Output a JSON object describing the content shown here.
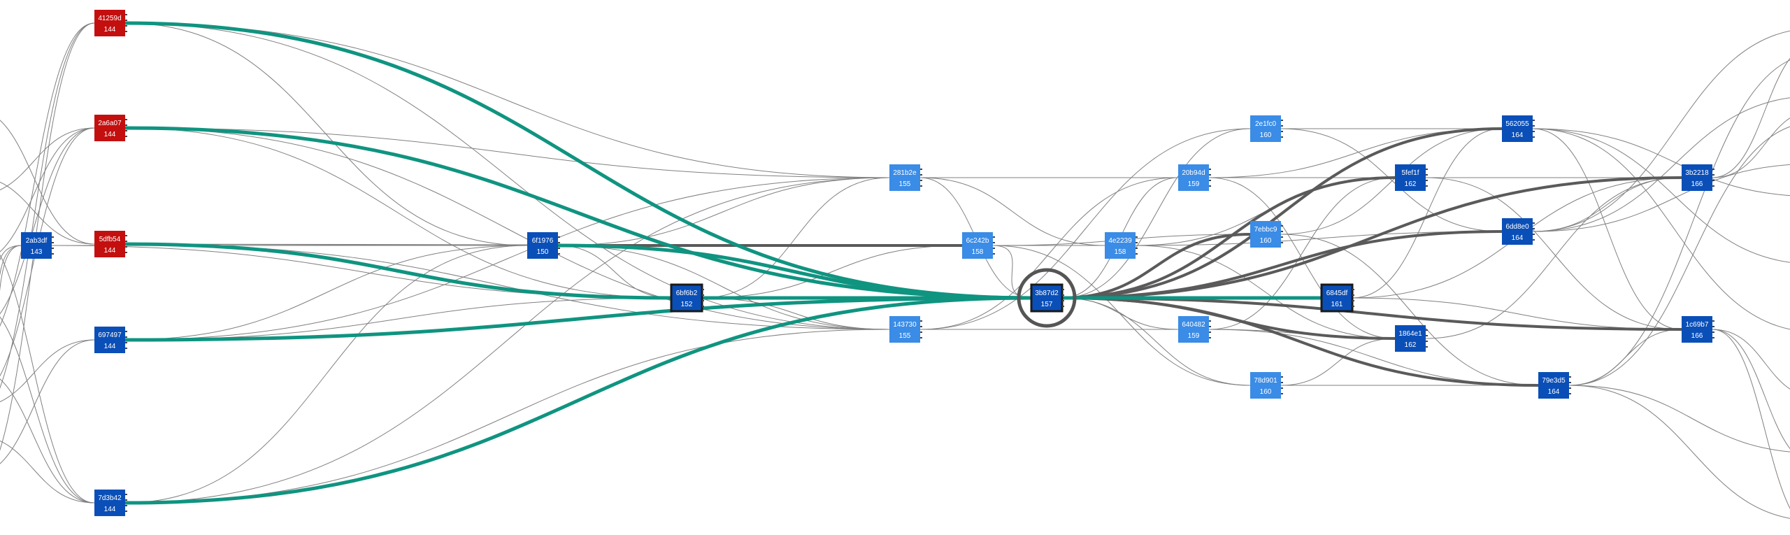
{
  "colors": {
    "red_node": "#c40f0f",
    "dark_node": "#0a4fb8",
    "light_node": "#3a8ce6",
    "edge_thin": "#808080",
    "edge_bold": "#5a5a5a",
    "path_teal": "#0f9480",
    "selected_ring": "#555555"
  },
  "nodes": [
    {
      "id": "41259d",
      "value": "144",
      "style": "red"
    },
    {
      "id": "2a6a07",
      "value": "144",
      "style": "red"
    },
    {
      "id": "5dfb54",
      "value": "144",
      "style": "red"
    },
    {
      "id": "2ab3df",
      "value": "143",
      "style": "dark"
    },
    {
      "id": "697497",
      "value": "144",
      "style": "dark"
    },
    {
      "id": "7d3b42",
      "value": "144",
      "style": "dark"
    },
    {
      "id": "6f1976",
      "value": "150",
      "style": "dark"
    },
    {
      "id": "6bf6b2",
      "value": "152",
      "style": "dark",
      "bordered": true
    },
    {
      "id": "281b2e",
      "value": "155",
      "style": "light"
    },
    {
      "id": "143730",
      "value": "155",
      "style": "light"
    },
    {
      "id": "6c242b",
      "value": "158",
      "style": "light"
    },
    {
      "id": "3b87d2",
      "value": "157",
      "style": "dark",
      "bordered": true,
      "selected": true
    },
    {
      "id": "4e2239",
      "value": "158",
      "style": "light"
    },
    {
      "id": "20b94d",
      "value": "159",
      "style": "light"
    },
    {
      "id": "640482",
      "value": "159",
      "style": "light"
    },
    {
      "id": "2e1fc0",
      "value": "160",
      "style": "light"
    },
    {
      "id": "7ebbc9",
      "value": "160",
      "style": "light"
    },
    {
      "id": "78d901",
      "value": "160",
      "style": "light"
    },
    {
      "id": "6845df",
      "value": "161",
      "style": "dark",
      "bordered": true
    },
    {
      "id": "5fef1f",
      "value": "162",
      "style": "dark"
    },
    {
      "id": "1864e1",
      "value": "162",
      "style": "dark"
    },
    {
      "id": "562055",
      "value": "164",
      "style": "dark"
    },
    {
      "id": "6dd8e0",
      "value": "164",
      "style": "dark"
    },
    {
      "id": "79e3d5",
      "value": "164",
      "style": "dark"
    },
    {
      "id": "3b2218",
      "value": "166",
      "style": "dark"
    },
    {
      "id": "1c69b7",
      "value": "166",
      "style": "dark"
    }
  ],
  "edges": [
    [
      "41259d",
      "281b2e"
    ],
    [
      "41259d",
      "143730"
    ],
    [
      "41259d",
      "6f1976"
    ],
    [
      "2a6a07",
      "281b2e"
    ],
    [
      "2a6a07",
      "6bf6b2"
    ],
    [
      "2a6a07",
      "143730"
    ],
    [
      "5dfb54",
      "6f1976"
    ],
    [
      "5dfb54",
      "6c242b"
    ],
    [
      "5dfb54",
      "143730"
    ],
    [
      "2ab3df",
      "6f1976"
    ],
    [
      "2ab3df",
      "6bf6b2"
    ],
    [
      "697497",
      "6bf6b2"
    ],
    [
      "697497",
      "281b2e"
    ],
    [
      "697497",
      "6f1976"
    ],
    [
      "7d3b42",
      "6f1976"
    ],
    [
      "7d3b42",
      "281b2e"
    ],
    [
      "7d3b42",
      "143730"
    ],
    [
      "6f1976",
      "281b2e"
    ],
    [
      "6f1976",
      "6c242b"
    ],
    [
      "6f1976",
      "143730"
    ],
    [
      "6f1976",
      "6bf6b2"
    ],
    [
      "6bf6b2",
      "281b2e"
    ],
    [
      "6bf6b2",
      "143730"
    ],
    [
      "6bf6b2",
      "6c242b"
    ],
    [
      "281b2e",
      "4e2239"
    ],
    [
      "281b2e",
      "20b94d"
    ],
    [
      "281b2e",
      "3b87d2"
    ],
    [
      "143730",
      "20b94d"
    ],
    [
      "143730",
      "640482"
    ],
    [
      "143730",
      "2e1fc0"
    ],
    [
      "6c242b",
      "4e2239"
    ],
    [
      "6c242b",
      "7ebbc9"
    ],
    [
      "6c242b",
      "78d901"
    ],
    [
      "6c242b",
      "3b87d2"
    ],
    [
      "3b87d2",
      "2e1fc0"
    ],
    [
      "3b87d2",
      "20b94d"
    ],
    [
      "3b87d2",
      "640482"
    ],
    [
      "3b87d2",
      "78d901"
    ],
    [
      "4e2239",
      "5fef1f"
    ],
    [
      "4e2239",
      "1864e1"
    ],
    [
      "4e2239",
      "6dd8e0"
    ],
    [
      "20b94d",
      "5fef1f"
    ],
    [
      "20b94d",
      "1864e1"
    ],
    [
      "20b94d",
      "562055"
    ],
    [
      "640482",
      "5fef1f"
    ],
    [
      "640482",
      "79e3d5"
    ],
    [
      "640482",
      "1864e1"
    ],
    [
      "2e1fc0",
      "562055"
    ],
    [
      "2e1fc0",
      "6dd8e0"
    ],
    [
      "7ebbc9",
      "562055"
    ],
    [
      "7ebbc9",
      "79e3d5"
    ],
    [
      "78d901",
      "1864e1"
    ],
    [
      "78d901",
      "79e3d5"
    ],
    [
      "6845df",
      "562055"
    ],
    [
      "6845df",
      "3b2218"
    ],
    [
      "6845df",
      "1c69b7"
    ],
    [
      "5fef1f",
      "3b2218"
    ],
    [
      "5fef1f",
      "1c69b7"
    ],
    [
      "1864e1",
      "3b2218"
    ],
    [
      "562055",
      "1c69b7"
    ],
    [
      "6dd8e0",
      "3b2218"
    ],
    [
      "79e3d5",
      "1c69b7"
    ]
  ],
  "bold_edges": [
    [
      "3b87d2",
      "6845df"
    ],
    [
      "3b87d2",
      "562055"
    ],
    [
      "3b87d2",
      "6dd8e0"
    ],
    [
      "3b87d2",
      "5fef1f"
    ],
    [
      "3b87d2",
      "3b2218"
    ],
    [
      "3b87d2",
      "1864e1"
    ],
    [
      "3b87d2",
      "79e3d5"
    ],
    [
      "3b87d2",
      "1c69b7"
    ],
    [
      "3b87d2",
      "7ebbc9"
    ],
    [
      "6bf6b2",
      "3b87d2"
    ],
    [
      "6f1976",
      "6c242b"
    ]
  ],
  "highlight_path": [
    [
      "41259d",
      "3b87d2"
    ],
    [
      "2a6a07",
      "3b87d2"
    ],
    [
      "5dfb54",
      "6bf6b2"
    ],
    [
      "697497",
      "3b87d2"
    ],
    [
      "7d3b42",
      "3b87d2"
    ],
    [
      "6f1976",
      "3b87d2"
    ],
    [
      "6bf6b2",
      "3b87d2"
    ],
    [
      "3b87d2",
      "6845df"
    ]
  ]
}
